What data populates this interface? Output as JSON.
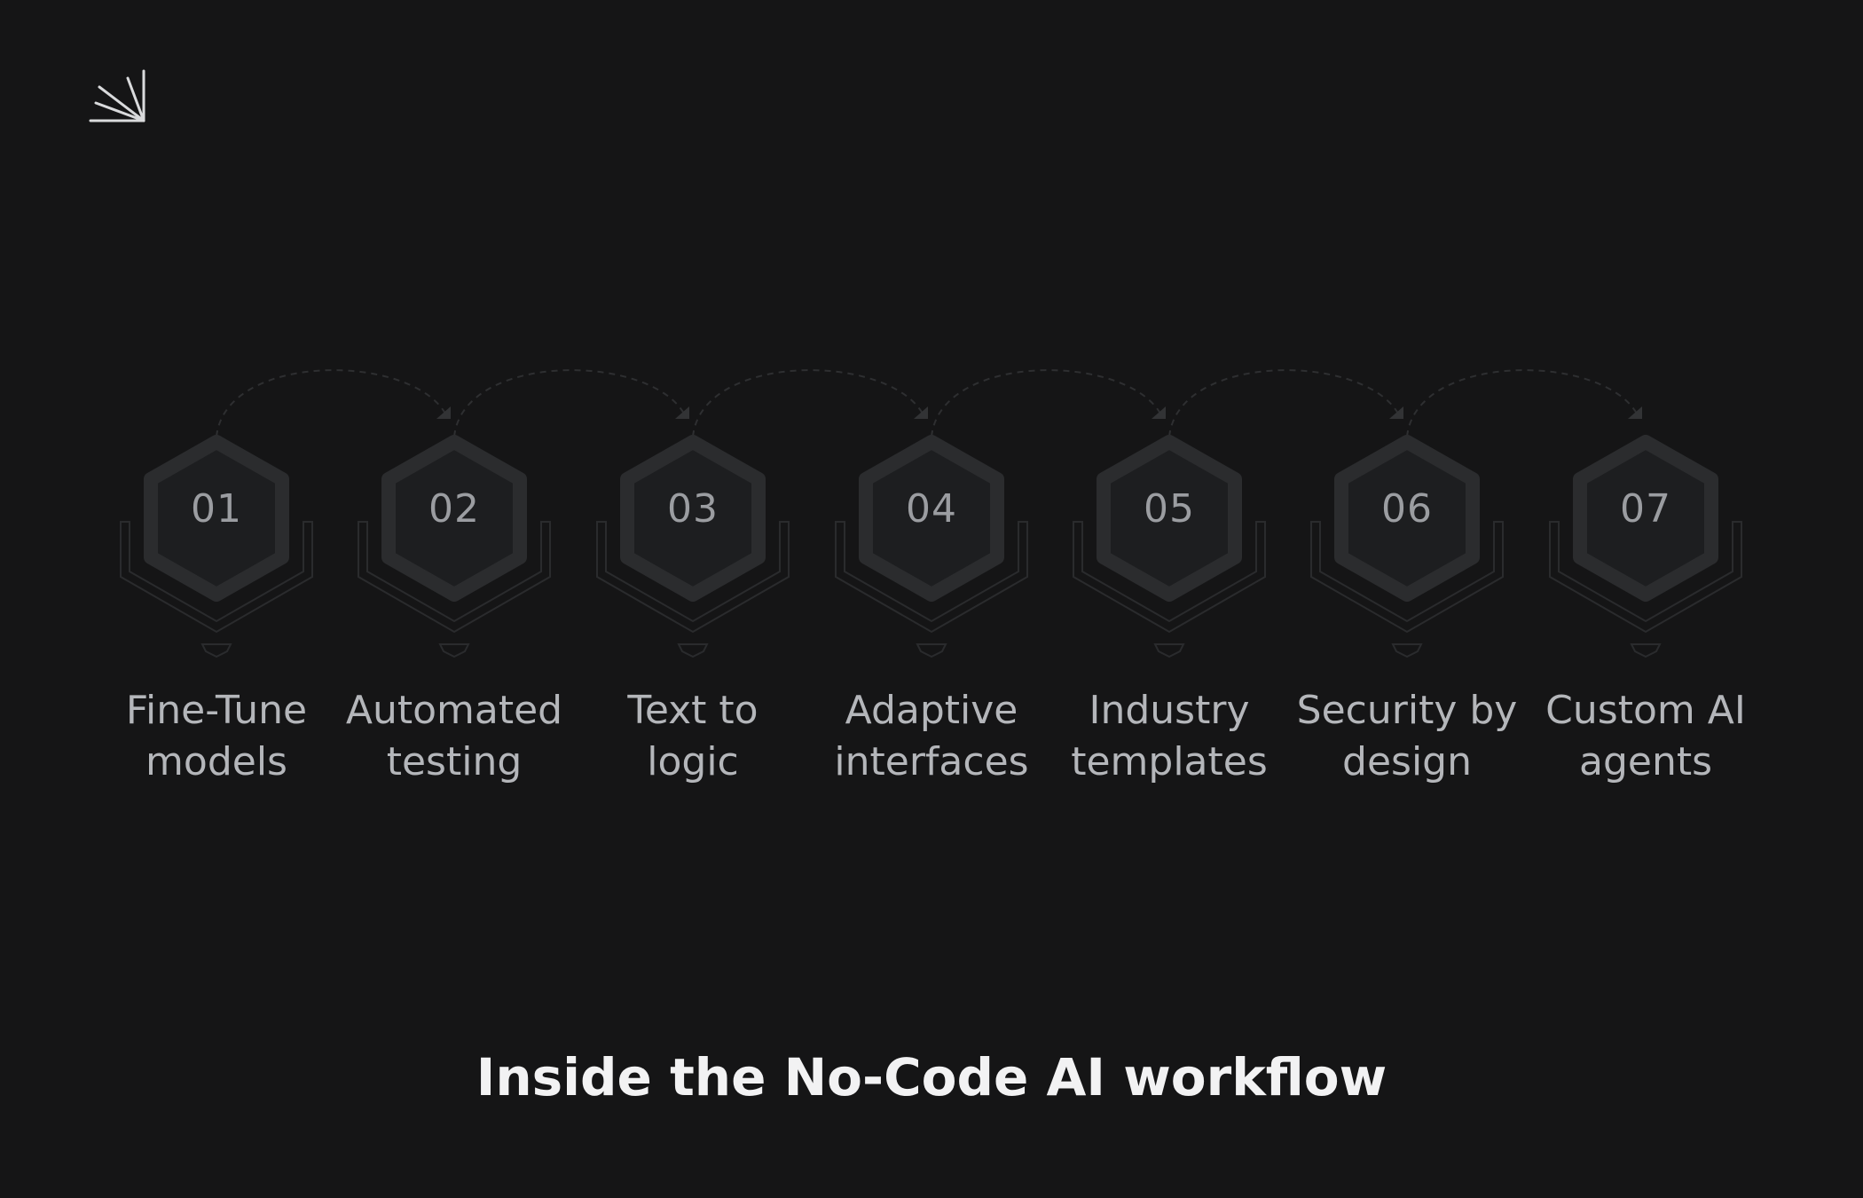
{
  "logo": {
    "icon": "sparkle-arrow-logo"
  },
  "steps": [
    {
      "number": "01",
      "label": "Fine-Tune\nmodels"
    },
    {
      "number": "02",
      "label": "Automated\ntesting"
    },
    {
      "number": "03",
      "label": "Text to\nlogic"
    },
    {
      "number": "04",
      "label": "Adaptive\ninterfaces"
    },
    {
      "number": "05",
      "label": "Industry\ntemplates"
    },
    {
      "number": "06",
      "label": "Security by\ndesign"
    },
    {
      "number": "07",
      "label": "Custom AI\nagents"
    }
  ],
  "title": "Inside the No-Code AI workflow",
  "colors": {
    "background": "#151516",
    "hex_fill": "#1d1e20",
    "hex_stroke": "#2b2c2e",
    "outline": "#2a2b2d",
    "number": "#9b9da1",
    "label": "#b4b6ba",
    "title": "#f2f2f3"
  }
}
